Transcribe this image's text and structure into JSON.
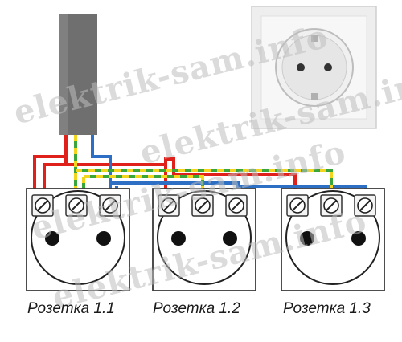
{
  "outlets": [
    {
      "label": "Розетка 1.1"
    },
    {
      "label": "Розетка 1.2"
    },
    {
      "label": "Розетка 1.3"
    }
  ],
  "watermark": "elektrik-sam.info",
  "wire_colors": {
    "phase": "#e0201b",
    "neutral": "#2d6fc4",
    "ground_green": "#3aa53a",
    "ground_yellow": "#f2d51c"
  },
  "icons": {
    "cable": "cable-icon",
    "socket_photo": "wall-socket-icon",
    "terminal": "screw-terminal-icon"
  }
}
